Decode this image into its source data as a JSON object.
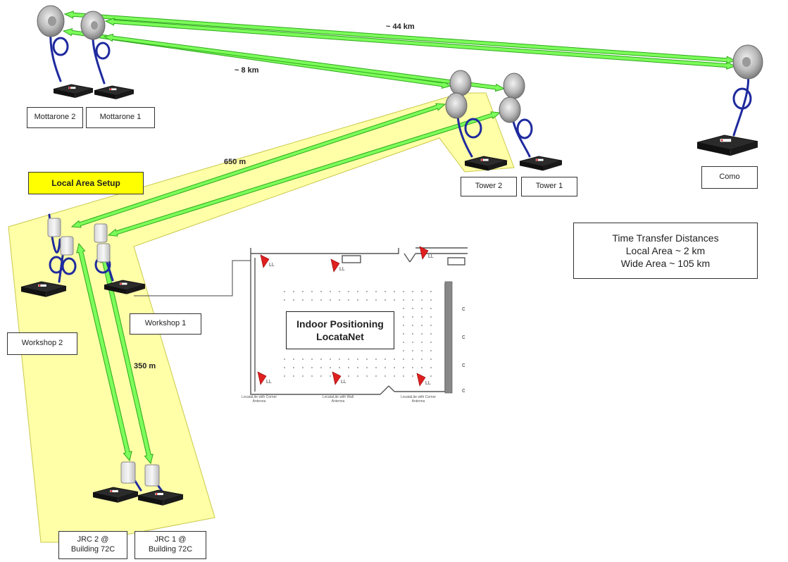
{
  "distances": {
    "d44": "~ 44 km",
    "d8": "~ 8 km",
    "d650": "650 m",
    "d350": "350 m"
  },
  "labels": {
    "mottarone2": "Mottarone 2",
    "mottarone1": "Mottarone 1",
    "tower2": "Tower 2",
    "tower1": "Tower 1",
    "como": "Como",
    "workshop1": "Workshop 1",
    "workshop2": "Workshop 2",
    "jrc2": "JRC 2 @\nBuilding 72C",
    "jrc1": "JRC 1 @\nBuilding 72C"
  },
  "local_area": "Local Area Setup",
  "time_transfer": {
    "title": "Time Transfer Distances",
    "local": "Local Area ~ 2 km",
    "wide": "Wide Area ~ 105 km"
  },
  "indoor": {
    "line1": "Indoor Positioning",
    "line2": "LocataNet",
    "ll": "LL",
    "cap_corner": "LocataLite with Corner Antenna",
    "cap_wall": "LocataLite with Wall Antenna",
    "mark_c": "c"
  },
  "colors": {
    "link_fill": "#7CFC5A",
    "link_edge": "#2EA81A",
    "local_area": "#FFFF99",
    "cable": "#1F2A9E",
    "antenna_red": "#E02020"
  }
}
